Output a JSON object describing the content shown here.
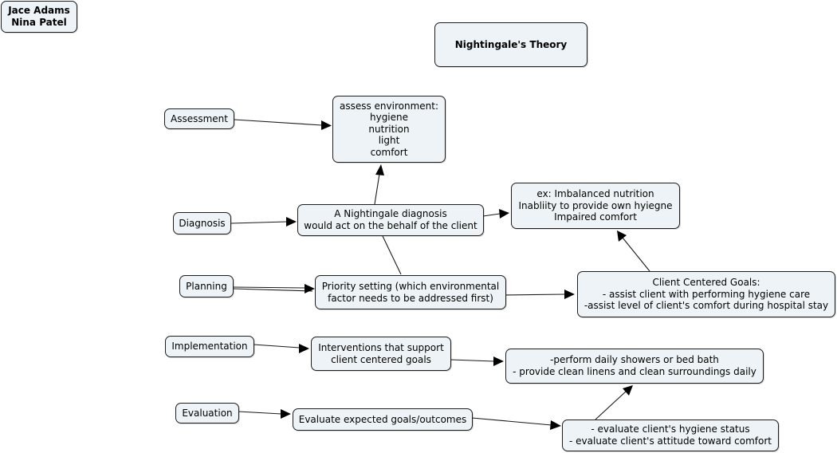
{
  "authors": [
    "Jace Adams",
    "Nina Patel"
  ],
  "title": "Nightingale's Theory",
  "phases": {
    "assessment": "Assessment",
    "diagnosis": "Diagnosis",
    "planning": "Planning",
    "implementation": "Implementation",
    "evaluation": "Evaluation"
  },
  "concepts": {
    "assess_environment": [
      "assess environment:",
      "hygiene",
      "nutrition",
      "light",
      "comfort"
    ],
    "nightingale_diagnosis": [
      "A Nightingale diagnosis",
      "would act on the behalf of the client"
    ],
    "diagnosis_examples": [
      "ex:  Imbalanced nutrition",
      "Inabliity to provide own hyiegne",
      "Impaired comfort"
    ],
    "priority_setting": [
      "Priority setting (which environmental",
      "factor needs to be addressed first)"
    ],
    "client_goals": [
      "Client Centered Goals:",
      "- assist client with performing hygiene care",
      "-assist level of client's comfort during hospital stay"
    ],
    "interventions": [
      "Interventions that support",
      "client centered goals"
    ],
    "intervention_examples": [
      "-perform daily showers or bed bath",
      "- provide clean linens and clean surroundings daily"
    ],
    "evaluate_outcomes": [
      "Evaluate expected goals/outcomes"
    ],
    "evaluation_examples": [
      "- evaluate client's hygiene status",
      "- evaluate client's attitude toward comfort"
    ]
  },
  "links": [
    {
      "from": "assessment",
      "to": "assess_environment",
      "arrow": true
    },
    {
      "from": "diagnosis",
      "to": "nightingale_diagnosis",
      "arrow": true
    },
    {
      "from": "nightingale_diagnosis",
      "to": "assess_environment",
      "arrow": true
    },
    {
      "from": "nightingale_diagnosis",
      "to": "diagnosis_examples",
      "arrow": true
    },
    {
      "from": "priority_setting",
      "to": "nightingale_diagnosis",
      "arrow": false
    },
    {
      "from": "planning",
      "to": "priority_setting",
      "arrow": true
    },
    {
      "from": "priority_setting",
      "to": "client_goals",
      "arrow": true
    },
    {
      "from": "client_goals",
      "to": "diagnosis_examples",
      "arrow": true
    },
    {
      "from": "implementation",
      "to": "interventions",
      "arrow": true
    },
    {
      "from": "interventions",
      "to": "intervention_examples",
      "arrow": true
    },
    {
      "from": "evaluation",
      "to": "evaluate_outcomes",
      "arrow": true
    },
    {
      "from": "evaluate_outcomes",
      "to": "evaluation_examples",
      "arrow": true
    },
    {
      "from": "evaluation_examples",
      "to": "intervention_examples",
      "arrow": true
    }
  ]
}
